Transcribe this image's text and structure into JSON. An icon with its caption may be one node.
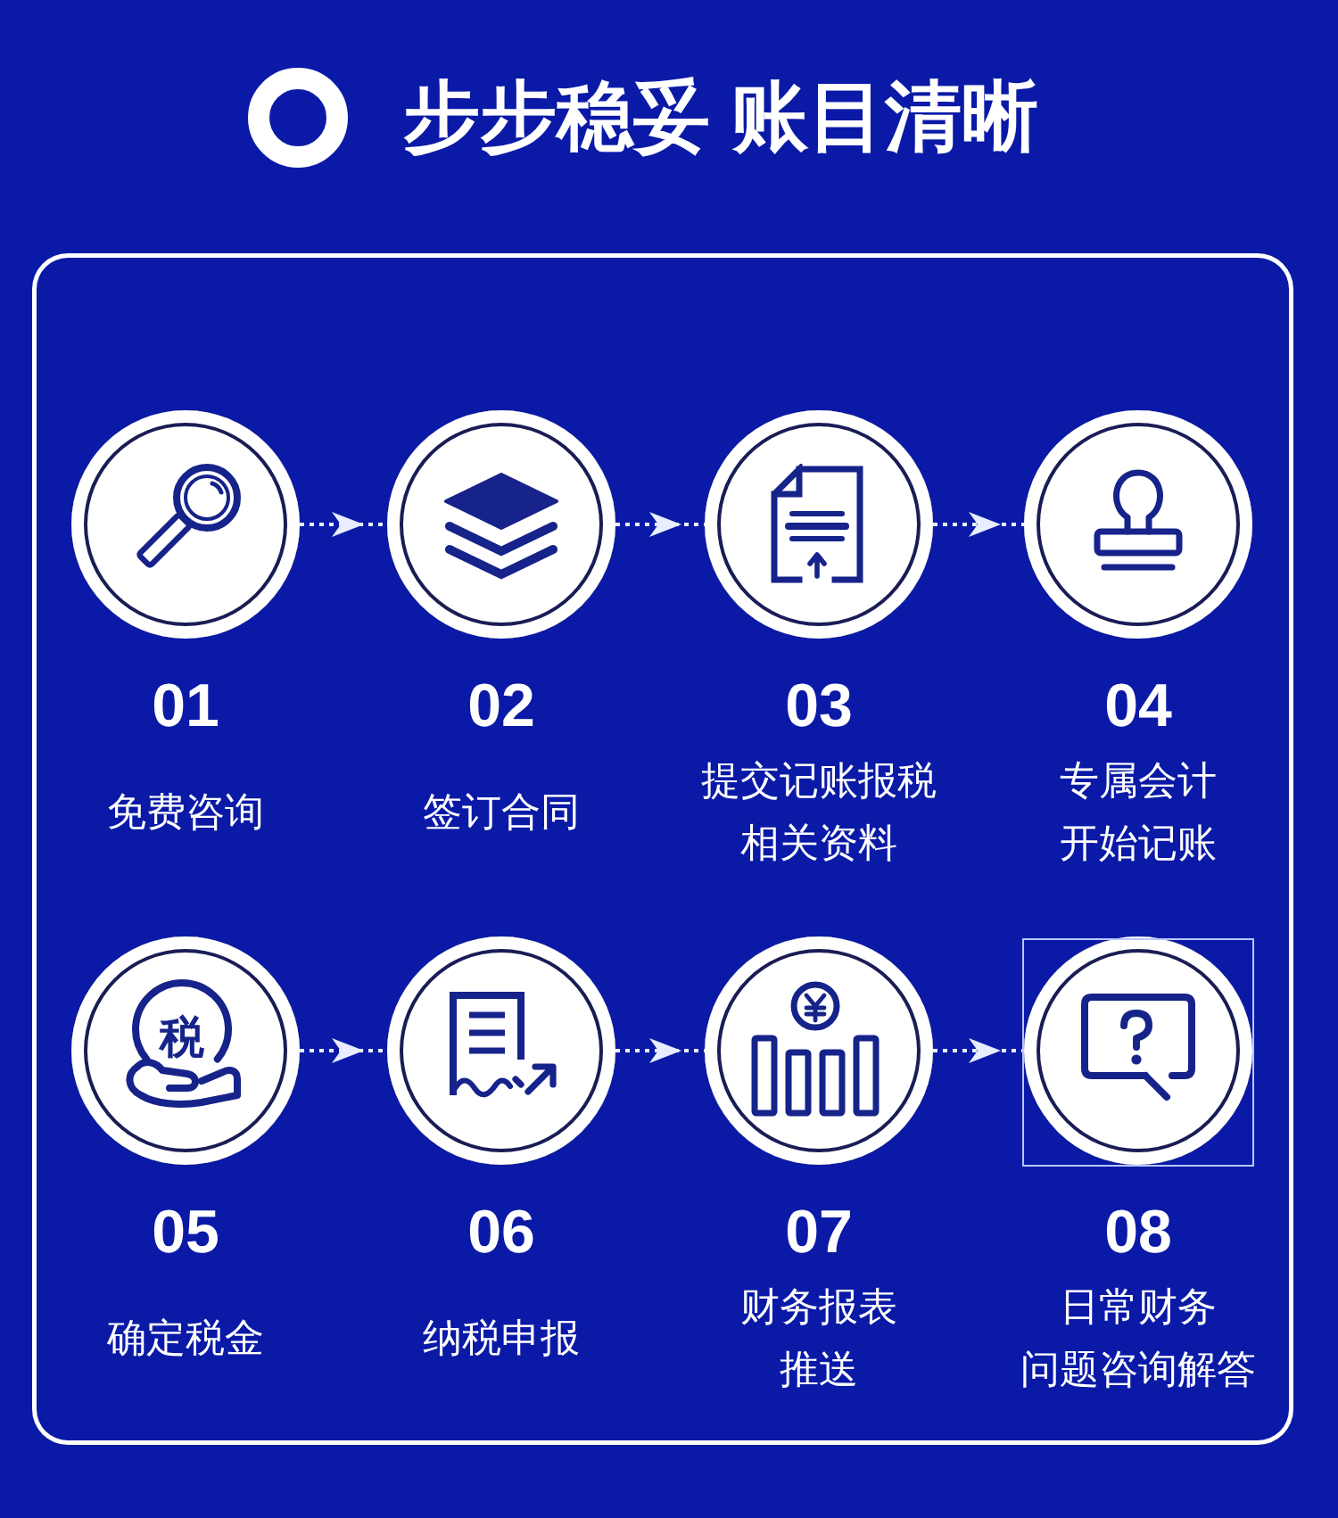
{
  "diagram": {
    "title": "步步稳妥 账目清晰",
    "nodes": [
      {
        "text": [],
        "shape": "box"
      },
      {
        "text": [],
        "shape": "circle",
        "in": 0,
        "beside": [
          "01",
          "免费咨询"
        ]
      },
      {
        "text": [],
        "shape": "circle",
        "in": 0,
        "beside": [
          "02",
          "签订合同"
        ]
      },
      {
        "text": [],
        "shape": "circle",
        "in": 0,
        "beside": [
          "03",
          "提交记账报税相关资料"
        ]
      },
      {
        "text": [],
        "shape": "circle",
        "in": 0,
        "beside": [
          "04",
          "专属会计开始记账"
        ]
      },
      {
        "text": [
          "税"
        ],
        "in": 0,
        "beside": [
          "05",
          "确定税金"
        ]
      },
      {
        "text": [],
        "shape": "circle",
        "in": 0,
        "beside": [
          "06",
          "纳税申报"
        ]
      },
      {
        "text": [],
        "shape": "circle",
        "in": 0,
        "beside": [
          "07",
          "财务报表推送"
        ]
      },
      {
        "text": [],
        "shape": "circle",
        "in": 0,
        "beside": [
          "08",
          "日常财务问题咨询解答"
        ]
      }
    ],
    "edges": [
      {
        "from": 1,
        "to": 2,
        "arrow": "to",
        "style": "dashed"
      },
      {
        "from": 2,
        "to": 3,
        "arrow": "to",
        "style": "dashed"
      },
      {
        "from": 3,
        "to": 4,
        "arrow": "to",
        "style": "dashed"
      },
      {
        "from": 5,
        "to": 6,
        "arrow": "to",
        "style": "dashed"
      },
      {
        "from": 6,
        "to": 7,
        "arrow": "to",
        "style": "dashed"
      },
      {
        "from": 7,
        "to": 8,
        "arrow": "to",
        "style": "dashed"
      }
    ]
  }
}
